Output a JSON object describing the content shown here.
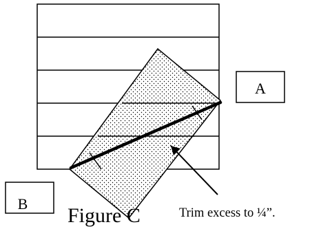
{
  "figure": {
    "caption": "Figure C",
    "annotation": "Trim excess to ¼”.",
    "label_a": "A",
    "label_b": "B"
  },
  "style": {
    "ink": "#000000",
    "background": "#ffffff"
  }
}
